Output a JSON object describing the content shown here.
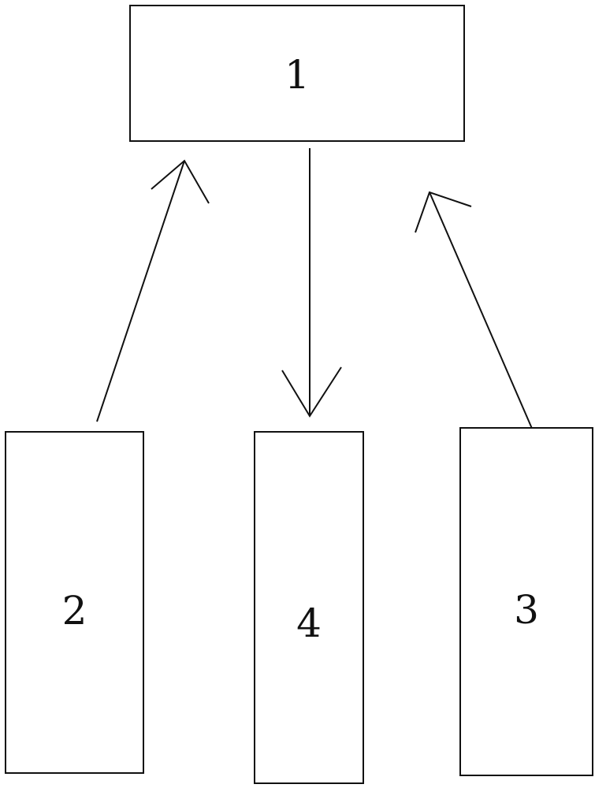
{
  "nodes": [
    {
      "id": "1",
      "label": "1"
    },
    {
      "id": "2",
      "label": "2"
    },
    {
      "id": "4",
      "label": "4"
    },
    {
      "id": "3",
      "label": "3"
    }
  ],
  "edges": [
    {
      "from": "2",
      "to": "1"
    },
    {
      "from": "1",
      "to": "4"
    },
    {
      "from": "3",
      "to": "1"
    }
  ],
  "style": {
    "stroke_color": "#111111",
    "background": "#ffffff"
  }
}
